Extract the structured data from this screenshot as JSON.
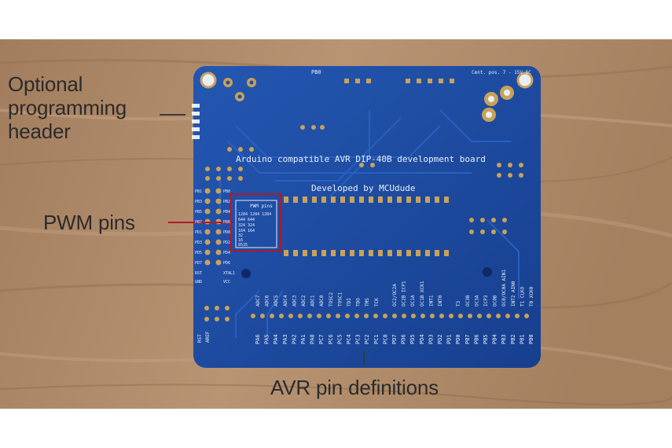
{
  "callouts": {
    "programming_header": {
      "line1": "Optional",
      "line2": "programming",
      "line3": "header"
    },
    "pwm_pins": "PWM pins",
    "avr_pin_definitions": "AVR pin definitions"
  },
  "board": {
    "title": "Arduino compatible AVR DIP-40B development board",
    "subtitle": "Developed by MCUdude",
    "top_label": "PB0",
    "power_note": "Cent. pos. 7 - 15V DC",
    "pwm_box": {
      "title": "PWM pins",
      "rows": [
        "1284 1284 1284",
        "644 644",
        "324 324",
        "164 164",
        "32",
        "16",
        "8535"
      ]
    },
    "left_header_pins": [
      "PB1",
      "PB3",
      "PB5",
      "PB7",
      "PD1",
      "PD3",
      "PD5",
      "PD7",
      "RST",
      "GND"
    ],
    "left_header_pins_right": [
      "PB0",
      "PB2",
      "PB4",
      "PB6",
      "PD0",
      "PD2",
      "PD4",
      "PD6",
      "XTAL1",
      "VCC"
    ],
    "bottom_pin_names": [
      "PA6",
      "PA5",
      "PA4",
      "PA3",
      "PA2",
      "PA1",
      "PA0",
      "PC7",
      "PC6",
      "PC5",
      "PC4",
      "PC3",
      "PC2",
      "PC1",
      "PC0",
      "PD7",
      "PD6",
      "PD5",
      "PD4",
      "PD3",
      "PD2",
      "PD1",
      "PD0",
      "PB7",
      "PB6",
      "PB5",
      "PB4",
      "PB3",
      "PB2",
      "PB1",
      "PB0"
    ],
    "bottom_pin_functions": [
      "ADC7",
      "ADC6",
      "ADC5",
      "ADC4",
      "ADC3",
      "ADC2",
      "ADC1",
      "ADC0",
      "TOSC2",
      "TOSC1",
      "TDI",
      "TDO",
      "TMS",
      "TCK",
      "",
      "OC2/OC2A",
      "OC2B ICP1",
      "OC1A",
      "OC1B XCK1",
      "INT1",
      "INT0",
      "",
      "T3",
      "OC3B",
      "OC3A",
      "ICP3",
      "OC0B",
      "OC0/OC0A AIN1",
      "INT2 AIN0",
      "T1 CLKO",
      "T0 XCK0"
    ],
    "corner_left": [
      "AREF",
      "RST"
    ],
    "colors": {
      "pcb": "#1d4ea3",
      "pcb_dark": "#143a80",
      "silk": "#e8eef8",
      "gold": "#c8a25a",
      "wood": "#b08a68",
      "highlight": "#b0192a"
    }
  }
}
